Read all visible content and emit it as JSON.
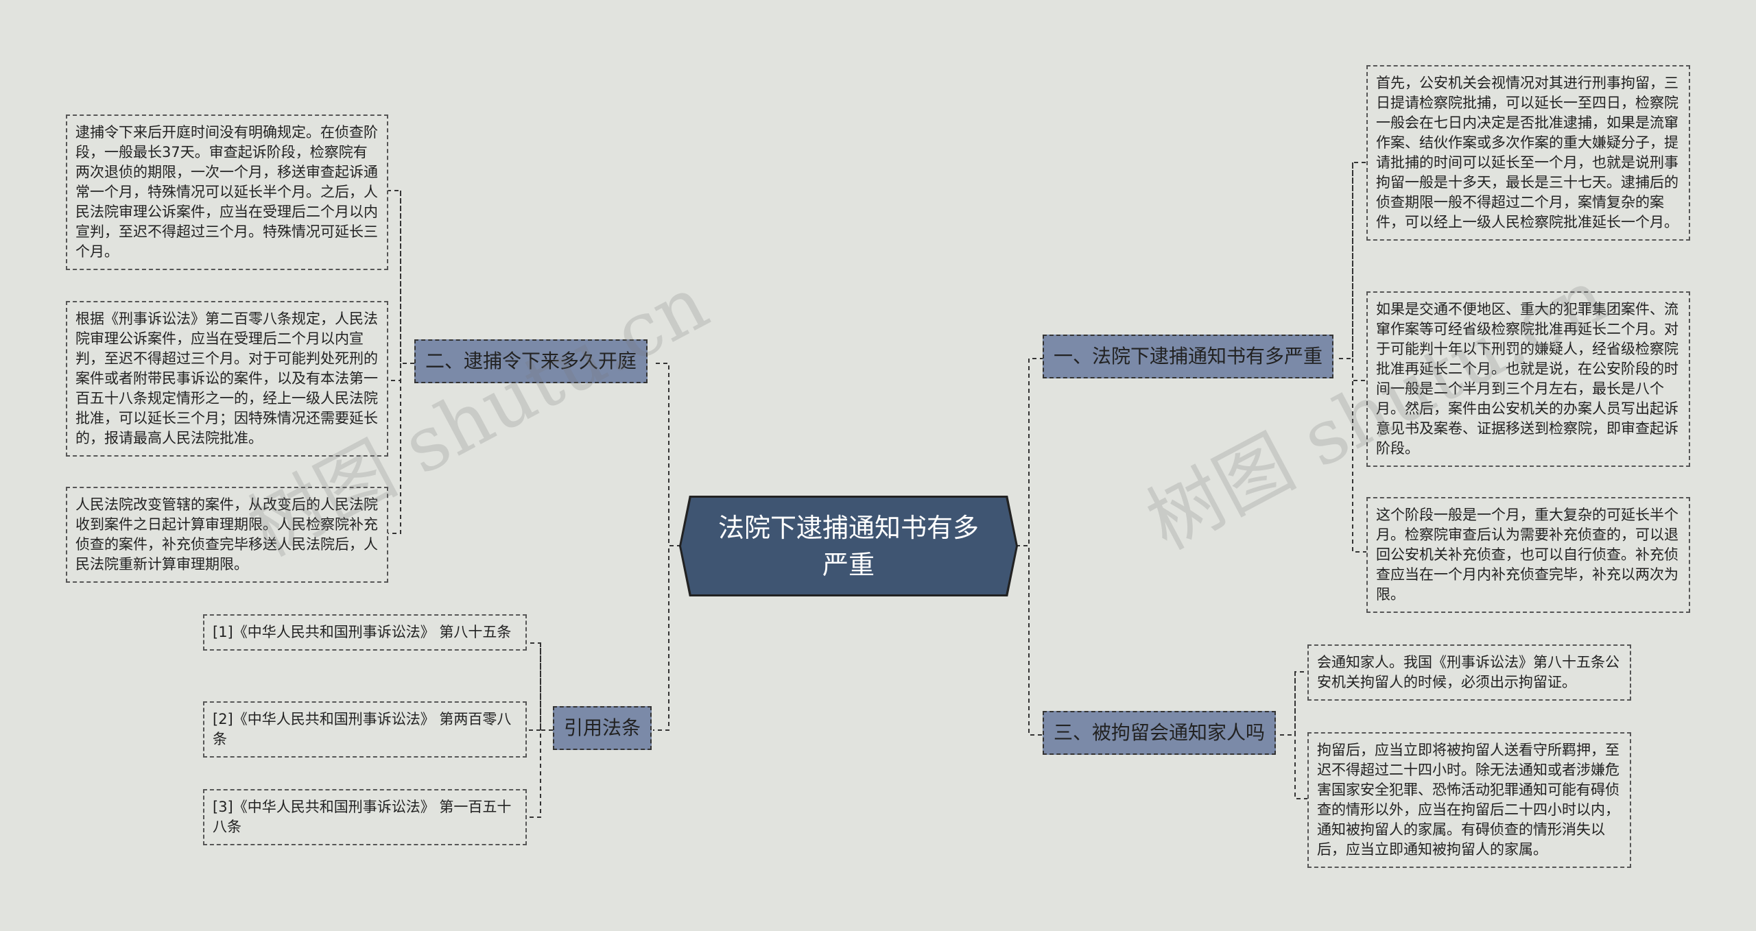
{
  "root": {
    "label": "法院下逮捕通知书有多严重"
  },
  "branches": {
    "b1": {
      "label": "一、法院下逮捕通知书有多严重"
    },
    "b2": {
      "label": "二、逮捕令下来多久开庭"
    },
    "b3": {
      "label": "三、被拘留会通知家人吗"
    },
    "b4": {
      "label": "引用法条"
    }
  },
  "leaves": {
    "b1_1": "首先，公安机关会视情况对其进行刑事拘留，三日提请检察院批捕，可以延长一至四日，检察院一般会在七日内决定是否批准逮捕，如果是流窜作案、结伙作案或多次作案的重大嫌疑分子，提请批捕的时间可以延长至一个月，也就是说刑事拘留一般是十多天，最长是三十七天。逮捕后的侦查期限一般不得超过二个月，案情复杂的案件，可以经上一级人民检察院批准延长一个月。",
    "b1_2": "如果是交通不便地区、重大的犯罪集团案件、流窜作案等可经省级检察院批准再延长二个月。对于可能判十年以下刑罚的嫌疑人，经省级检察院批准再延长二个月。也就是说，在公安阶段的时间一般是二个半月到三个月左右，最长是八个月。然后，案件由公安机关的办案人员写出起诉意见书及案卷、证据移送到检察院，即审查起诉阶段。",
    "b1_3": "这个阶段一般是一个月，重大复杂的可延长半个月。检察院审查后认为需要补充侦查的，可以退回公安机关补充侦查，也可以自行侦查。补充侦查应当在一个月内补充侦查完毕，补充以两次为限。",
    "b2_1": "逮捕令下来后开庭时间没有明确规定。在侦查阶段，一般最长37天。审查起诉阶段，检察院有两次退侦的期限，一次一个月，移送审查起诉通常一个月，特殊情况可以延长半个月。之后，人民法院审理公诉案件，应当在受理后二个月以内宣判，至迟不得超过三个月。特殊情况可延长三个月。",
    "b2_2": "根据《刑事诉讼法》第二百零八条规定，人民法院审理公诉案件，应当在受理后二个月以内宣判，至迟不得超过三个月。对于可能判处死刑的案件或者附带民事诉讼的案件，以及有本法第一百五十八条规定情形之一的，经上一级人民法院批准，可以延长三个月；因特殊情况还需要延长的，报请最高人民法院批准。",
    "b2_3": "人民法院改变管辖的案件，从改变后的人民法院收到案件之日起计算审理期限。人民检察院补充侦查的案件，补充侦查完毕移送人民法院后，人民法院重新计算审理期限。",
    "b3_1": "会通知家人。我国《刑事诉讼法》第八十五条公安机关拘留人的时候，必须出示拘留证。",
    "b3_2": "拘留后，应当立即将被拘留人送看守所羁押，至迟不得超过二十四小时。除无法通知或者涉嫌危害国家安全犯罪、恐怖活动犯罪通知可能有碍侦查的情形以外，应当在拘留后二十四小时以内，通知被拘留人的家属。有碍侦查的情形消失以后，应当立即通知被拘留人的家属。",
    "b4_1": "[1]《中华人民共和国刑事诉讼法》 第八十五条",
    "b4_2": "[2]《中华人民共和国刑事诉讼法》 第两百零八条",
    "b4_3": "[3]《中华人民共和国刑事诉讼法》 第一百五十八条"
  },
  "watermark": "树图 shutu.cn",
  "colors": {
    "background": "#e1e3de",
    "root": "#3f5572",
    "branch": "#7b8aa8"
  }
}
